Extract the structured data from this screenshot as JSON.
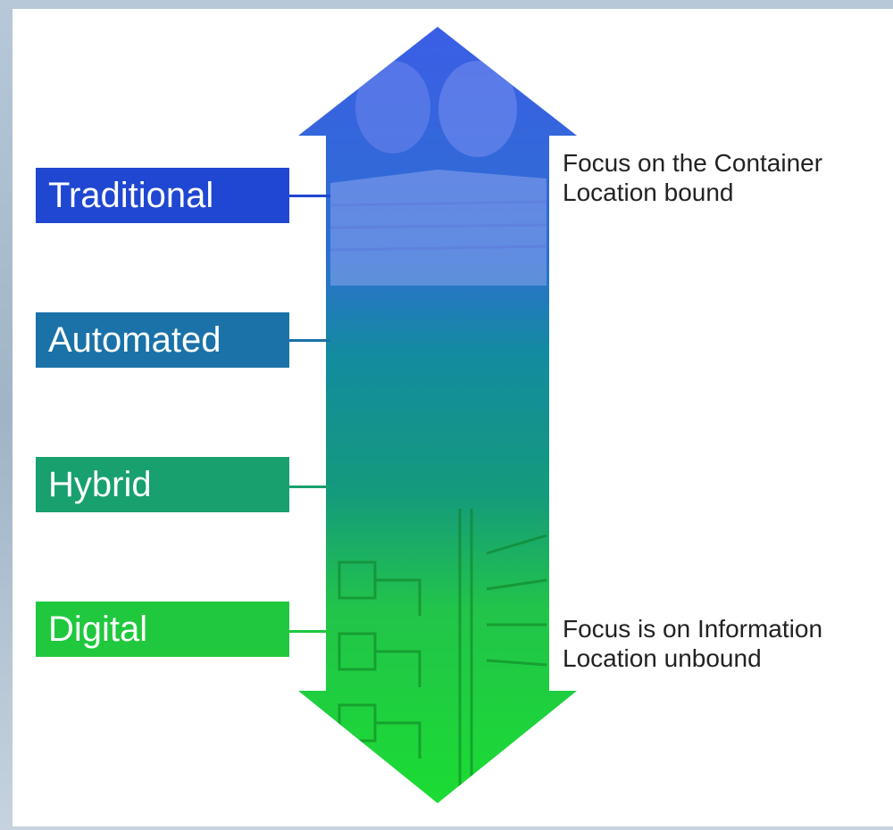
{
  "stages": [
    {
      "label": "Traditional",
      "color": "#1f47d1"
    },
    {
      "label": "Automated",
      "color": "#1a72a8"
    },
    {
      "label": "Hybrid",
      "color": "#18a06e"
    },
    {
      "label": "Digital",
      "color": "#1fc83d"
    }
  ],
  "top_note": {
    "line1": "Focus on the Container",
    "line2": "Location bound"
  },
  "bottom_note": {
    "line1": "Focus is on Information",
    "line2": "Location unbound"
  },
  "colors": {
    "top": "#2f52dc",
    "middle": "#129685",
    "bottom": "#1fd43a"
  }
}
